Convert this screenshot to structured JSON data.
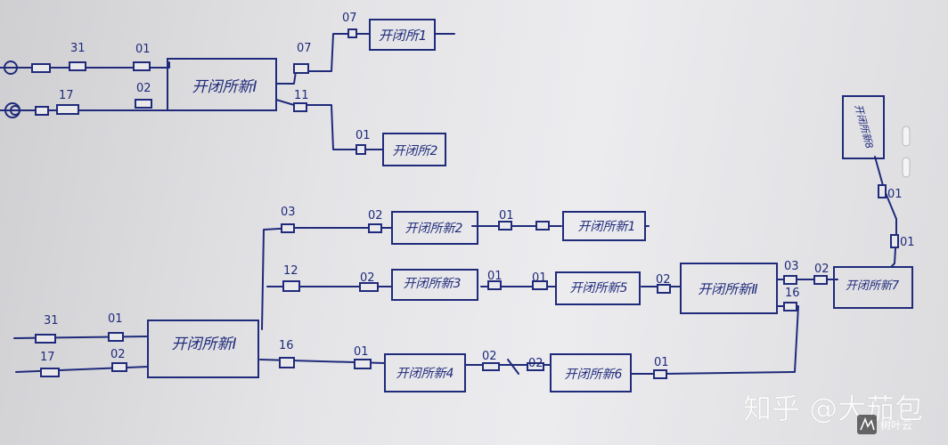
{
  "diagram": {
    "stroke_color": "#1f2a7a",
    "paper_color": "#e6e6e9",
    "nodes": {
      "kbs_new_1_top": "开闭所新Ⅰ",
      "kbs_1": "开闭所1",
      "kbs_2": "开闭所2",
      "kbs_new_8": "开闭所新8",
      "kbs_new_2": "开闭所新2",
      "kbs_new_1": "开闭所新1",
      "kbs_new_3": "开闭所新3",
      "kbs_new_5": "开闭所新5",
      "kbs_new_ii": "开闭所新Ⅱ",
      "kbs_new_7": "开闭所新7",
      "kbs_new_1_bottom": "开闭所新Ⅰ",
      "kbs_new_4": "开闭所新4",
      "kbs_new_6": "开闭所新6"
    },
    "labels": {
      "top_feeder_a_31": "31",
      "top_feeder_a_01": "01",
      "top_feeder_b_17": "17",
      "top_feeder_b_02": "02",
      "top_out_07": "07",
      "top_out_11": "11",
      "kbs1_in_07": "07",
      "kbs2_in_01": "01",
      "bot_feeder_a_31": "31",
      "bot_feeder_a_01": "01",
      "bot_feeder_b_17": "17",
      "bot_feeder_b_02": "02",
      "row1_03": "03",
      "row1_02": "02",
      "row1_01": "01",
      "row2_12": "12",
      "row2_02": "02",
      "row2_01_a": "01",
      "row2_01_b": "01",
      "row2_02_b": "02",
      "row2_03": "03",
      "row2_02_c": "02",
      "row2_16": "16",
      "row3_16": "16",
      "row3_01": "01",
      "row3_02_a": "02",
      "row3_02_b": "02",
      "row3_01_b": "01",
      "right_01_a": "01",
      "right_01_b": "01"
    }
  },
  "watermark": {
    "main_text": "知乎 @大茄包",
    "logo_text": "树叶云"
  }
}
